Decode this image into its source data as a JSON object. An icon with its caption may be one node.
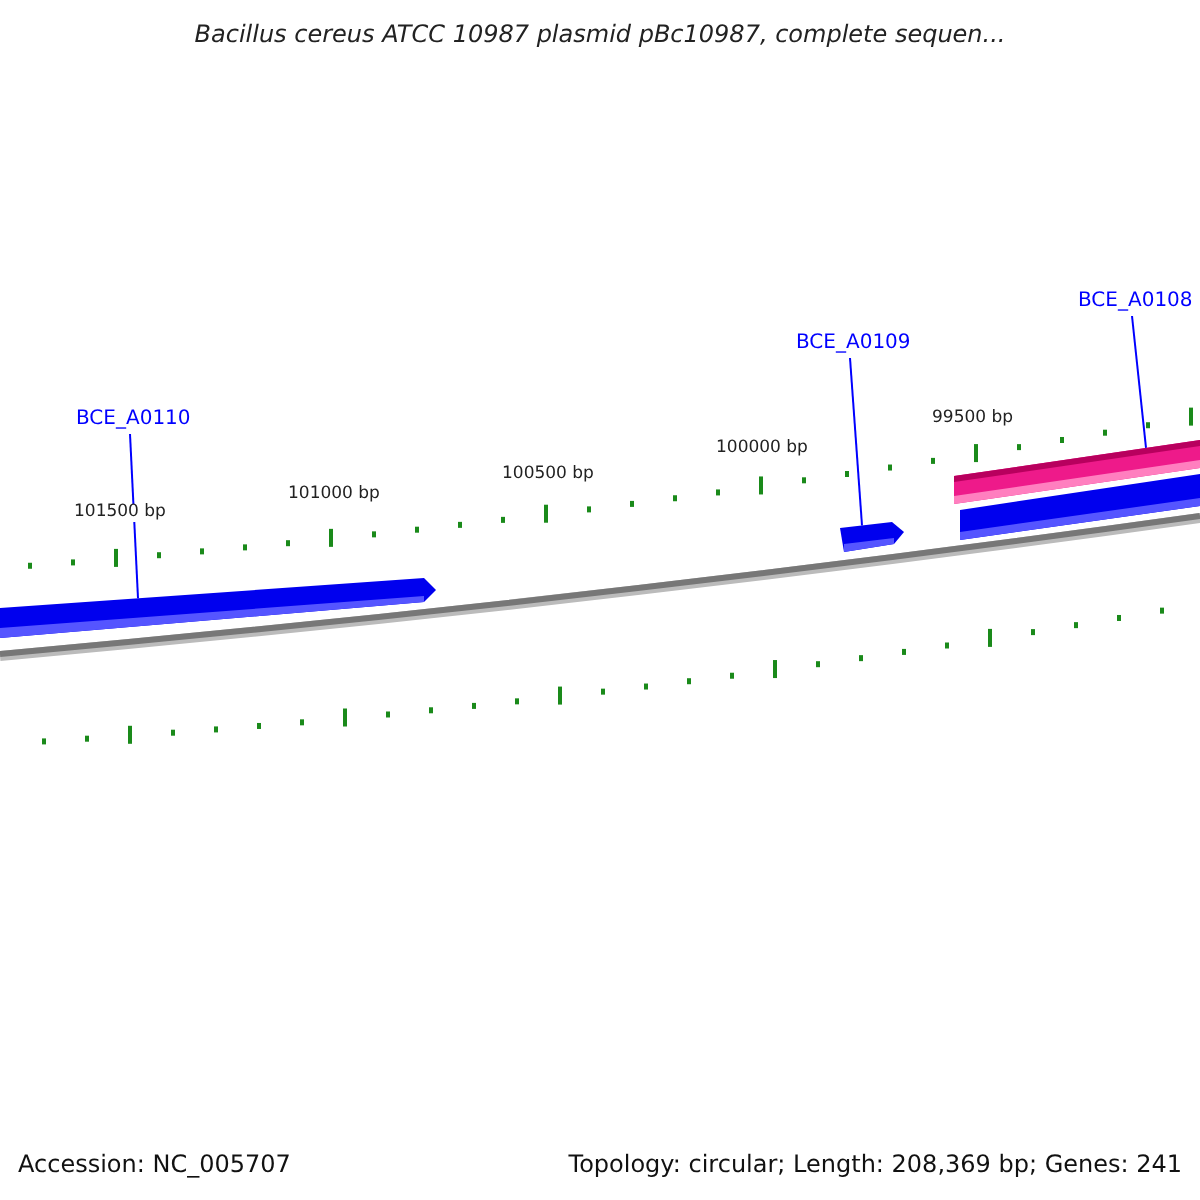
{
  "diagram": {
    "title": "Bacillus cereus ATCC 10987 plasmid pBc10987, complete sequen...",
    "nodes": [
      {
        "text": [
          "BCE_A0110"
        ]
      },
      {
        "text": [
          "BCE_A0109"
        ]
      },
      {
        "text": [
          "BCE_A0108"
        ]
      },
      {
        "text": [],
        "shape": "bar"
      },
      {
        "text": [],
        "shape": "bar"
      },
      {
        "text": [],
        "shape": "bar"
      },
      {
        "text": [],
        "shape": "bar"
      }
    ],
    "edges": [
      {
        "from": 0,
        "to": 3,
        "arrow": "none"
      },
      {
        "from": 1,
        "to": 4,
        "arrow": "none"
      },
      {
        "from": 2,
        "to": 5,
        "arrow": "none"
      }
    ],
    "labels": [
      "101500 bp",
      "101000 bp",
      "100500 bp",
      "100000 bp",
      "99500 bp",
      "Accession: NC_005707",
      "Topology: circular; Length: 208,369 bp; Genes: 241"
    ]
  }
}
